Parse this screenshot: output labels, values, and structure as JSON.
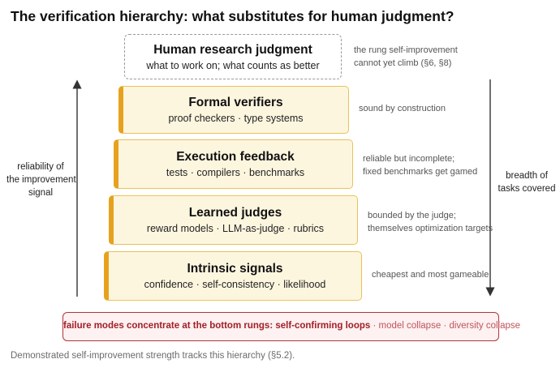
{
  "title": "The verification hierarchy: what substitutes for human judgment?",
  "rungs": [
    {
      "title": "Human research judgment",
      "subtitle": "what to work on; what counts as better",
      "note_lines": [
        "the rung self-improvement",
        "cannot yet climb (§6, §8)"
      ]
    },
    {
      "title": "Formal verifiers",
      "subtitle": "proof checkers · type systems",
      "note_lines": [
        "sound by construction"
      ]
    },
    {
      "title": "Execution feedback",
      "subtitle": "tests · compilers · benchmarks",
      "note_lines": [
        "reliable but incomplete;",
        "fixed benchmarks get gamed"
      ]
    },
    {
      "title": "Learned judges",
      "subtitle": "reward models · LLM-as-judge · rubrics",
      "note_lines": [
        "bounded by the judge;",
        "themselves optimization targets"
      ]
    },
    {
      "title": "Intrinsic signals",
      "subtitle": "confidence · self-consistency · likelihood",
      "note_lines": [
        "cheapest and most gameable"
      ]
    }
  ],
  "left_axis": {
    "lines": [
      "reliability of",
      "the improvement",
      "signal"
    ]
  },
  "right_axis": {
    "lines": [
      "breadth of",
      "tasks covered"
    ]
  },
  "failure": {
    "strong": "failure modes concentrate at the bottom rungs: self-confirming loops",
    "sep": " · ",
    "item1": "model collapse",
    "item2": "diversity collapse"
  },
  "footer": "Demonstrated self-improvement strength tracks this hierarchy (§5.2).",
  "colors": {
    "rung_fill": "#fdf6df",
    "rung_accent": "#e6a21f",
    "failure_border": "#b3353b",
    "failure_text": "#a11f27"
  }
}
